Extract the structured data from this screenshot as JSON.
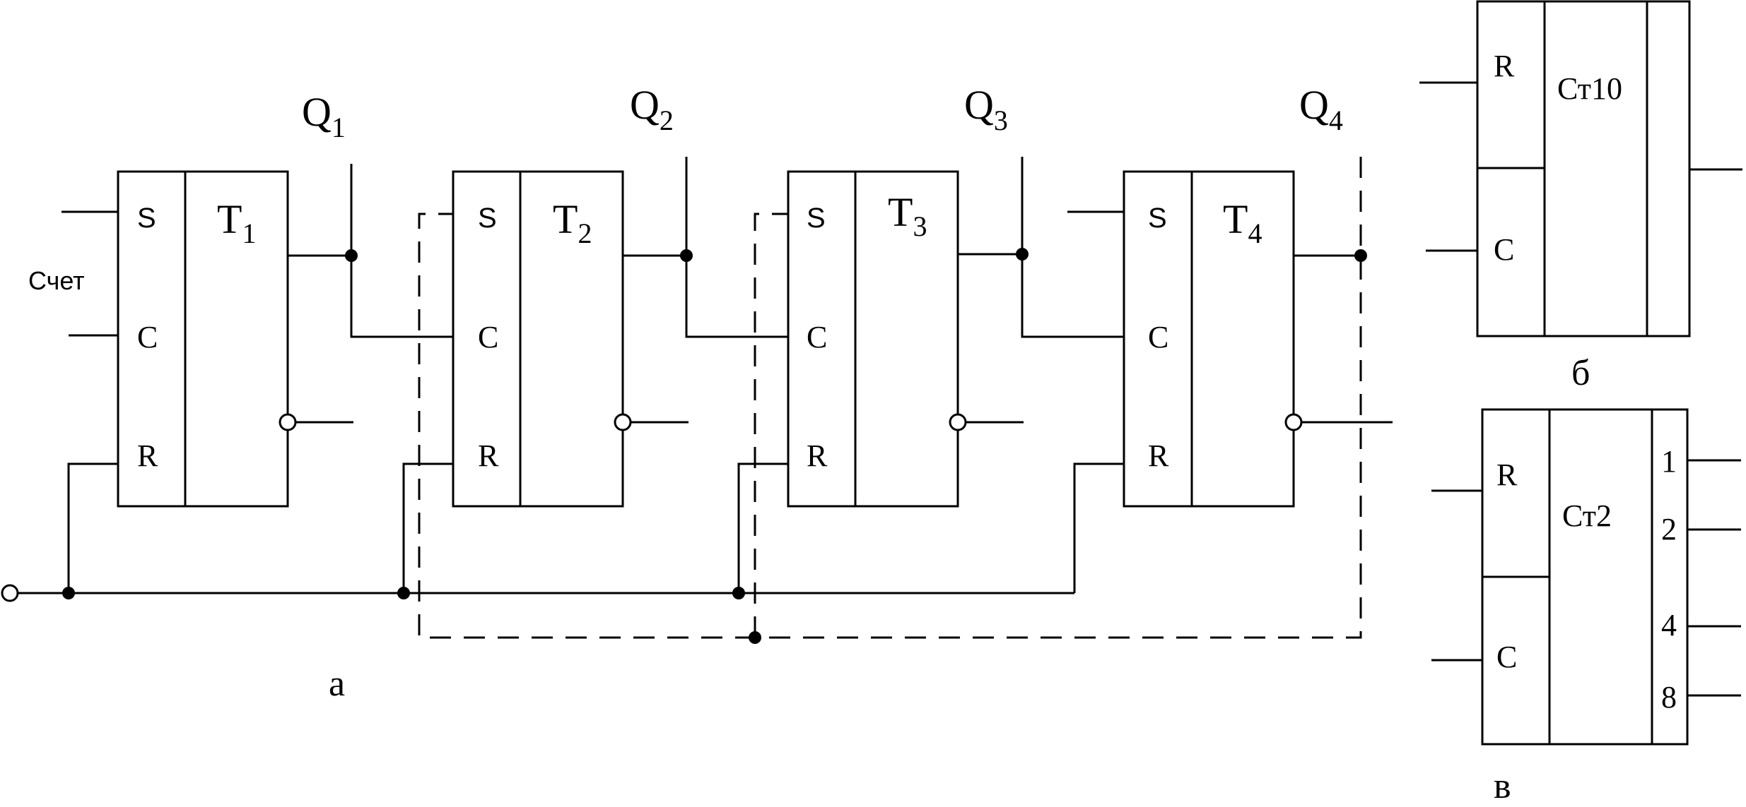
{
  "diagram_a": {
    "input_label": "Счет",
    "figure_label": "а",
    "triggers": [
      {
        "name": "T",
        "index": "1",
        "pins": {
          "s": "S",
          "c": "C",
          "r": "R"
        },
        "output_name": "Q",
        "output_index": "1"
      },
      {
        "name": "T",
        "index": "2",
        "pins": {
          "s": "S",
          "c": "C",
          "r": "R"
        },
        "output_name": "Q",
        "output_index": "2"
      },
      {
        "name": "T",
        "index": "3",
        "pins": {
          "s": "S",
          "c": "C",
          "r": "R"
        },
        "output_name": "Q",
        "output_index": "3"
      },
      {
        "name": "T",
        "index": "4",
        "pins": {
          "s": "S",
          "c": "C",
          "r": "R"
        },
        "output_name": "Q",
        "output_index": "4"
      }
    ]
  },
  "diagram_b": {
    "title": "Ст10",
    "pin_r": "R",
    "pin_c": "C",
    "figure_label": "б"
  },
  "diagram_c": {
    "title": "Ст2",
    "pin_r": "R",
    "pin_c": "C",
    "outputs": [
      "1",
      "2",
      "4",
      "8"
    ],
    "figure_label": "в"
  }
}
